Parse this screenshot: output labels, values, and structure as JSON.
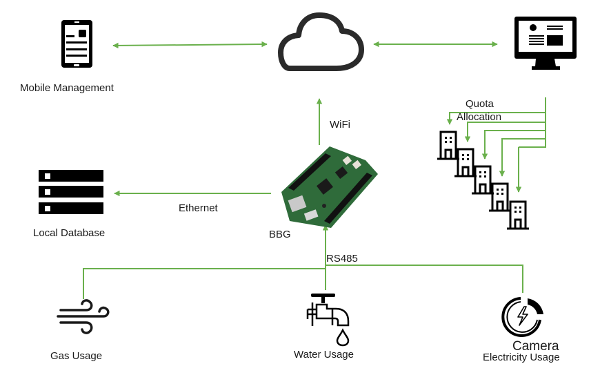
{
  "colors": {
    "connector": "#6ab04c",
    "icon": "#000000",
    "cloud_stroke": "#2b2b2b",
    "board_green": "#2f6b3a"
  },
  "nodes": {
    "mobile": {
      "label": "Mobile Management",
      "icon": "tablet-icon"
    },
    "cloud": {
      "label": "",
      "icon": "cloud-icon"
    },
    "desktop": {
      "label": "",
      "icon": "monitor-icon"
    },
    "database": {
      "label": "Local Database",
      "icon": "server-rack-icon"
    },
    "bbg": {
      "label": "BBG",
      "icon": "beaglebone-board-icon"
    },
    "gas": {
      "label": "Gas Usage",
      "icon": "wind-icon"
    },
    "water": {
      "label": "Water Usage",
      "icon": "faucet-icon"
    },
    "electricity": {
      "label": "Electricity Usage",
      "overlay_label": "Camera",
      "icon": "power-gauge-icon"
    },
    "buildings": {
      "label": "Quota Allocation",
      "label_line1": "Quota",
      "label_line2": "Allocation",
      "count": 5,
      "icon": "building-icon"
    }
  },
  "edges": {
    "wifi": {
      "label": "WiFi",
      "from": "bbg",
      "to": "cloud"
    },
    "ethernet": {
      "label": "Ethernet",
      "from": "bbg",
      "to": "database"
    },
    "rs485": {
      "label": "RS485",
      "from": [
        "gas",
        "water",
        "electricity"
      ],
      "to": "bbg"
    },
    "mobile_cloud": {
      "label": "",
      "bidirectional": true
    },
    "cloud_desktop": {
      "label": "",
      "bidirectional": true
    },
    "quota": {
      "label": "Quota Allocation",
      "from": "desktop",
      "to": "buildings"
    }
  }
}
